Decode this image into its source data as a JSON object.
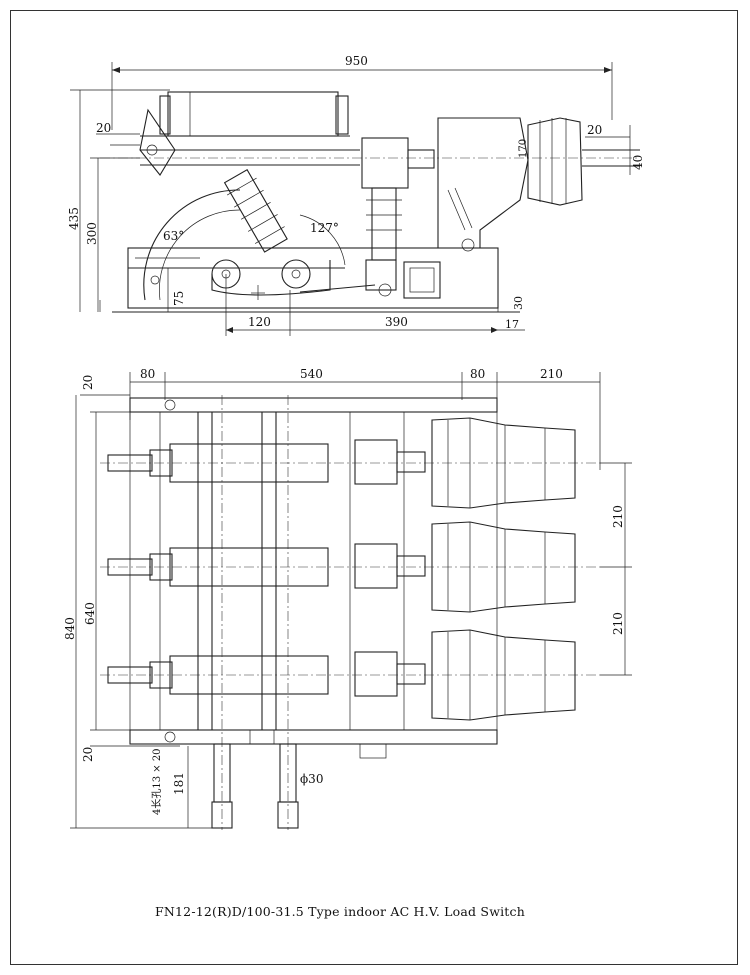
{
  "caption": "FN12-12(R)D/100-31.5 Type indoor AC H.V. Load Switch",
  "side_view": {
    "dims": {
      "overall_width": "950",
      "height_total": "435",
      "height_axis": "300",
      "top_offset": "20",
      "right_offset": "20",
      "right_gap": "40",
      "insulator_angle_dim": "170",
      "base_height": "75",
      "mount_a": "120",
      "mount_b": "390",
      "bottom_a": "30",
      "bottom_b": "17",
      "angle_left": "63°",
      "angle_right": "127°"
    }
  },
  "plan_view": {
    "dims": {
      "top_margin": "20",
      "left_width": "80",
      "mid_width": "540",
      "right_width": "80",
      "terminal_length": "210",
      "overall_depth": "840",
      "frame_depth": "640",
      "bottom_margin": "20",
      "pole_spacing_a": "210",
      "pole_spacing_b": "210",
      "hole_spec": "4长孔13 × 20",
      "shaft_len": "181",
      "shaft_dia": "ϕ30"
    }
  }
}
